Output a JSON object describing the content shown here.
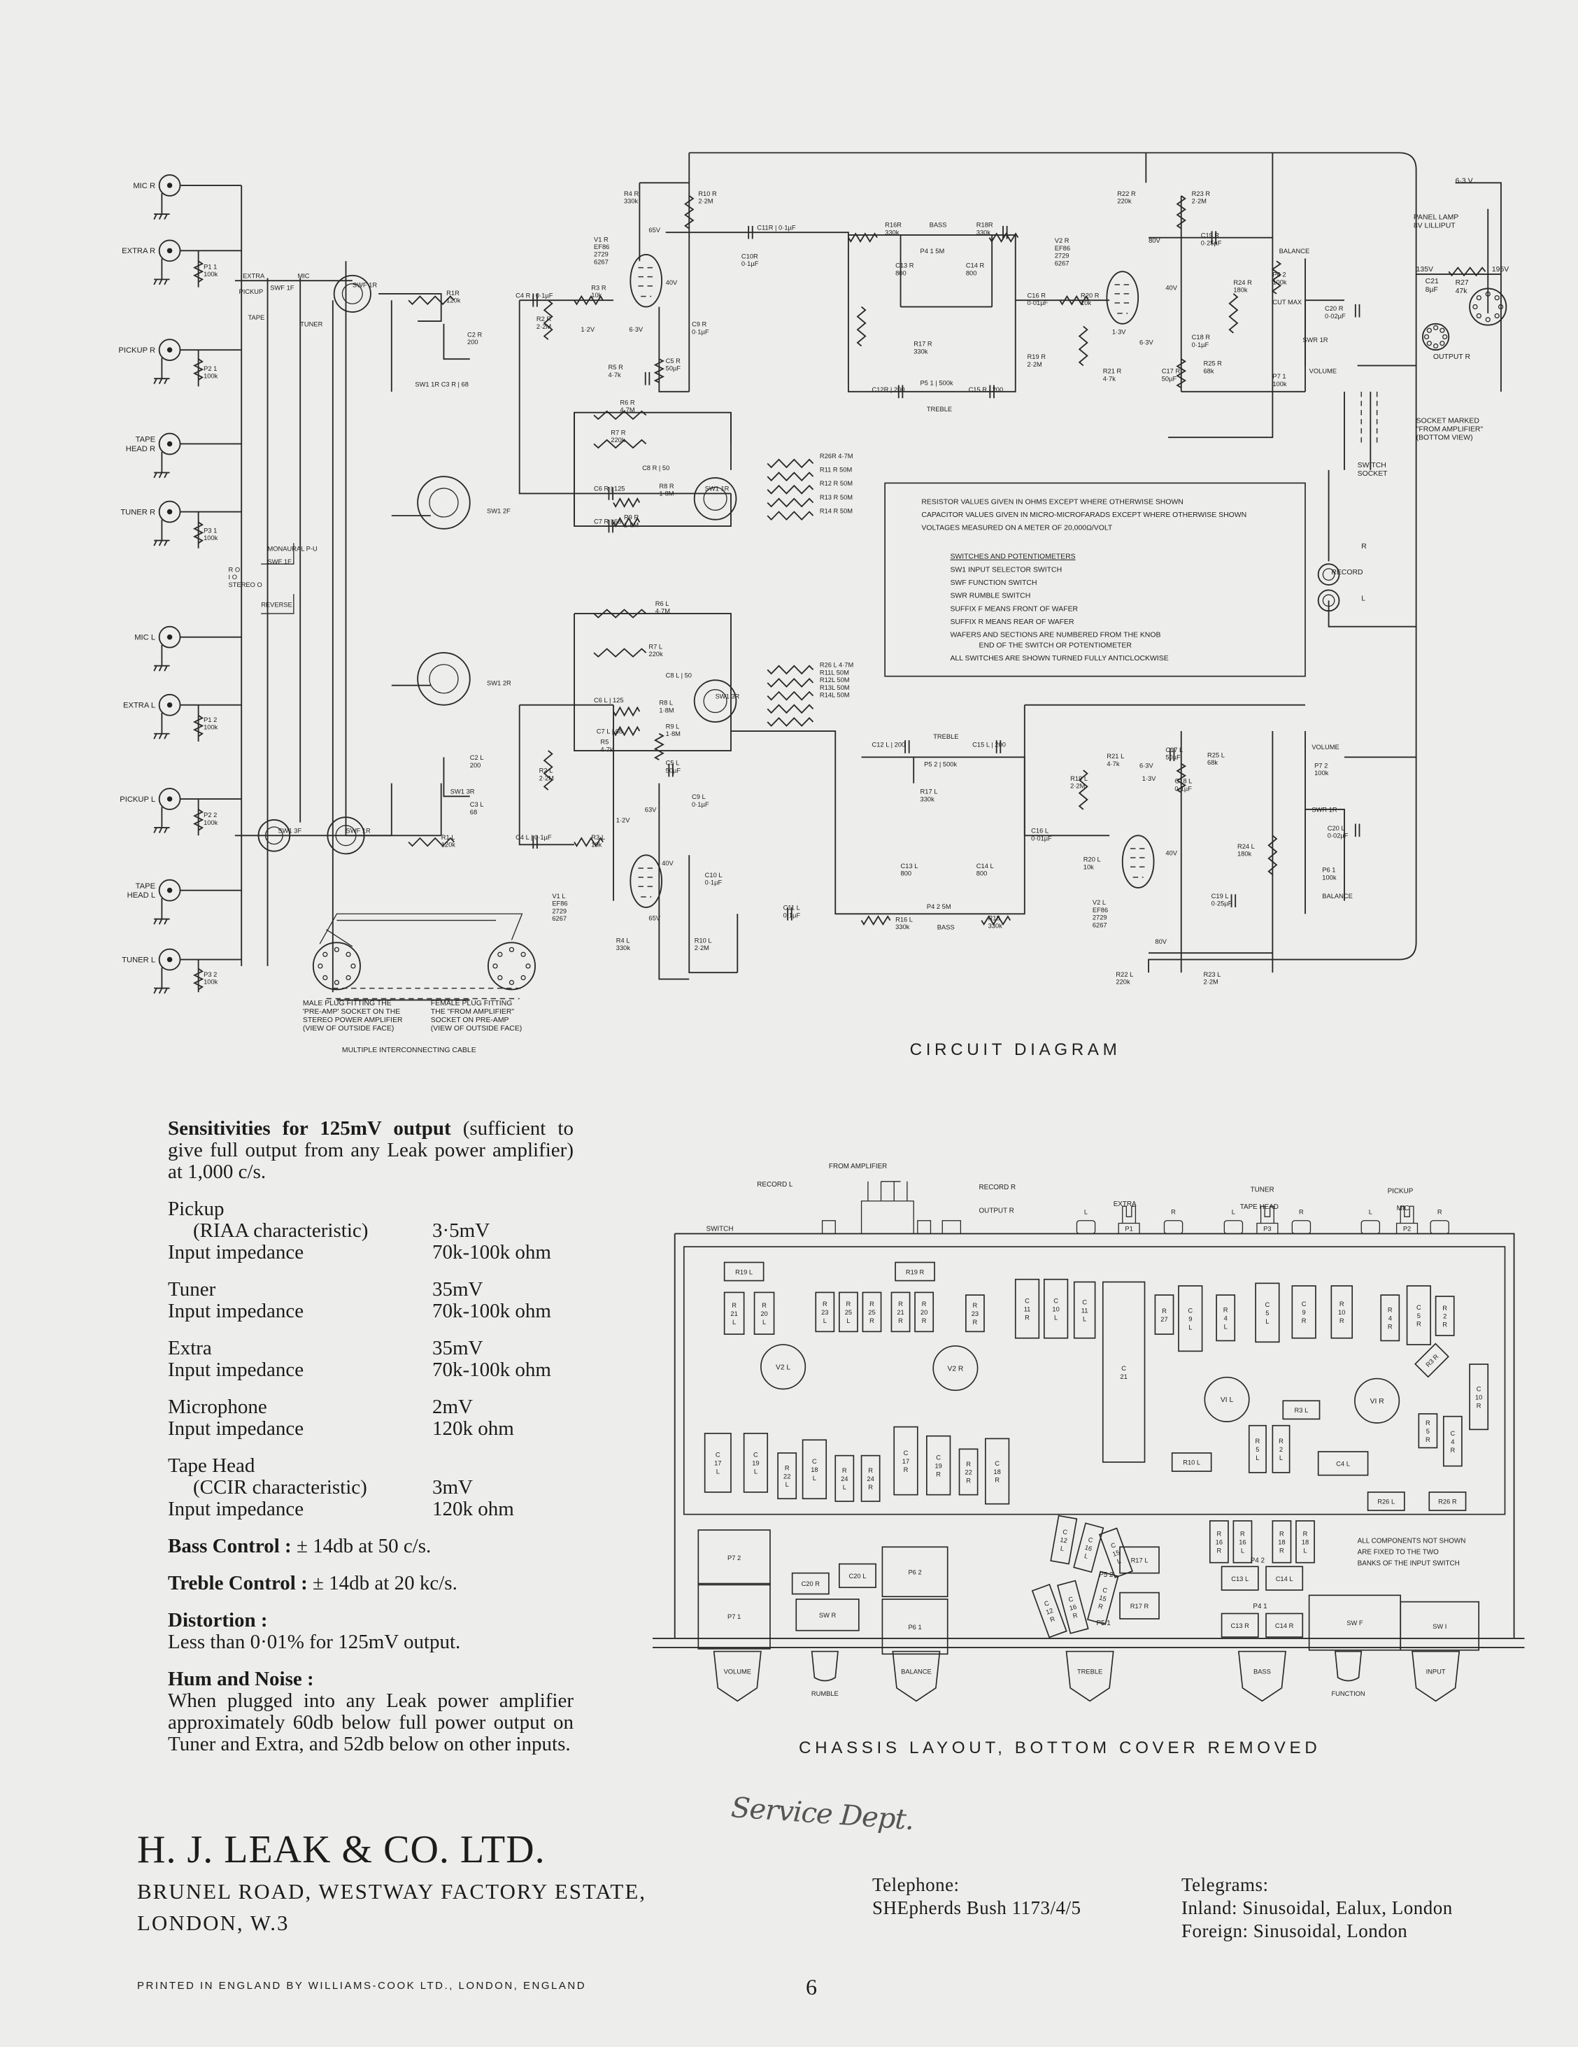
{
  "circuit": {
    "title": "CIRCUIT DIAGRAM",
    "inputs": [
      "MIC R",
      "EXTRA R",
      "PICKUP R",
      "TAPE\nHEAD R",
      "TUNER R",
      "MIC  L",
      "EXTRA L",
      "PICKUP L",
      "TAPE\nHEAD L",
      "TUNER L"
    ],
    "notes": {
      "lines": [
        "RESISTOR VALUES GIVEN IN OHMS EXCEPT WHERE OTHERWISE SHOWN",
        "CAPACITOR VALUES GIVEN IN MICRO-MICROFARADS EXCEPT WHERE OTHERWISE SHOWN",
        "VOLTAGES MEASURED ON A METER OF 20,000Ω/VOLT"
      ],
      "heading": "SWITCHES AND POTENTIOMETERS",
      "items": [
        "SW1 INPUT SELECTOR SWITCH",
        "SWF FUNCTION SWITCH",
        "SWR RUMBLE SWITCH",
        "SUFFIX F MEANS FRONT OF WAFER",
        "SUFFIX R MEANS REAR OF WAFER",
        "WAFERS AND SECTIONS ARE NUMBERED FROM THE KNOB",
        "END OF THE SWITCH OR POTENTIOMETER",
        "ALL SWITCHES ARE SHOWN TURNED FULLY ANTICLOCKWISE"
      ]
    },
    "labels": [
      "R4 R\n330k",
      "R10 R\n2·2M",
      "V1 R\nEF86\n2729\n6267",
      "65V",
      "40V",
      "C11R | 0·1µF",
      "C10R\n0·1µF",
      "R3 R\n10k",
      "R2 R\n2·2M",
      "1·2V",
      "6·3V",
      "C9 R\n0·1µF",
      "R5 R\n4·7k",
      "C5 R\n50µF",
      "R1R\n120k",
      "C4 R | 0·1µF",
      "C2 R\n200",
      "SW1 1R  C3 R | 68",
      "R6 R\n4·7M",
      "R7 R\n220k",
      "C8 R | 50",
      "R8 R\n1·8M",
      "R9 R\n1·8M",
      "C6 R | 125",
      "C7 R | 68",
      "SW1 1R",
      "R26R 4·7M\nR11 R 50M\nR12 R 50M\nR13 R 50M\nR14 R 50M",
      "R16R\n330k",
      "BASS",
      "P4 1   5M",
      "R18R\n330k",
      "C13 R\n800",
      "C14 R\n800",
      "R17 R\n330k",
      "P5 1 | 500k",
      "TREBLE",
      "C12R | 200",
      "C15 R | 200",
      "C16 R\n0·01µF",
      "R20 R\n10k",
      "R19 R\n2·2M",
      "R21 R\n4·7k",
      "V2 R\nEF86\n2729\n6267",
      "R22 R\n220k",
      "R23 R\n2·2M",
      "80V",
      "C19 R\n0·25µF",
      "40V",
      "1·3V",
      "6·3V",
      "C18 R\n0·1µF",
      "C17 R\n50µF",
      "R25 R\n68k",
      "R24 R\n180k",
      "BALANCE",
      "P6 2\n100k",
      "CUT   MAX",
      "C20 R\n0·02µF",
      "SWR 1R",
      "P7 1\n100k",
      "VOLUME",
      "6·3 V",
      "PANEL LAMP\n8V LILLIPUT",
      "135V",
      "C21\n8µF",
      "R27\n47k",
      "195V",
      "OUTPUT R",
      "SOCKET MARKED\n\"FROM AMPLIFIER\"\n(BOTTOM VIEW)",
      "SWITCH\nSOCKET",
      "R",
      "RECORD",
      "L",
      "SW1 2F",
      "SW1 2R",
      "",
      "P1 1\n100k",
      "EXTRA",
      "MIC",
      "PICKUP",
      "SWF 1F",
      "TAPE",
      "TUNER",
      "SWF 1R",
      "P2 1\n100k",
      "P3 1\n100k",
      "MONAURAL P-U",
      "SWF 1F",
      "R O\nI O\nSTEREO O",
      "REVERSE",
      "P1 2\n100k",
      "P2 2\n100k",
      "SW1 3F",
      "SWF 1R",
      "P3 2\n100k",
      "R6 L\n4·7M",
      "R7 L\n220k",
      "C8 L | 50",
      "R8 L\n1·8M",
      "R9 L\n1·8M",
      "C6 L | 125",
      "C7 L | 68",
      "SW1 3R",
      "R26 L 4·7M\nR11L 50M\nR12L 50M\nR13L 50M\nR14L 50M",
      "C2 L\n200",
      "SW1 3R",
      "C3 L\n68",
      "R1 L\n120k",
      "C4 L | 0·1µF",
      "R2 L\n2·2M",
      "R5\n4·7k",
      "C5 L\n50µF",
      "1·2V",
      "63V",
      "C9 L\n0·1µF",
      "R3 L\n10k",
      "V1 L\nEF86\n2729\n6267",
      "40V",
      "65V",
      "R4 L\n330k",
      "R10 L\n2·2M",
      "C10 L\n0·1µF",
      "C11 L\n0·1µF",
      "C12 L | 200",
      "TREBLE",
      "P5 2 | 500k",
      "C15 L | 200",
      "R17 L\n330k",
      "C13 L\n800",
      "C14 L\n800",
      "R16 L\n330k",
      "P4 2   5M",
      "BASS",
      "R18\n330k",
      "C16 L\n0·01µF",
      "R19 L\n2·2M",
      "R21 L\n4·7k",
      "C17 L\n50µF",
      "C18 L\n0·1µF",
      "R25 L\n68k",
      "1·3V",
      "6·3V",
      "R20 L\n10k",
      "40V",
      "V2 L\nEF86\n2729\n6267",
      "80V",
      "C19 L\n0·25µF",
      "R24 L\n180k",
      "R22 L\n220k",
      "R23 L\n2·2M",
      "VOLUME",
      "P7 2\n100k",
      "SWR 1R",
      "C20 L\n0·02µF",
      "P6 1\n100k",
      "BALANCE",
      "MALE PLUG FITTING THE\n'PRE-AMP' SOCKET ON THE\nSTEREO POWER AMPLIFIER\n(VIEW OF OUTSIDE FACE)",
      "FEMALE PLUG FITTING\nTHE \"FROM AMPLIFIER\"\nSOCKET ON PRE-AMP\n(VIEW OF OUTSIDE FACE)",
      "MULTIPLE INTERCONNECTING CABLE"
    ]
  },
  "chassis": {
    "title": "CHASSIS LAYOUT, BOTTOM COVER REMOVED",
    "components": [
      "R19 L",
      "R\n21\nL",
      "R\n20\nL",
      "R19 R",
      "R\n23\nL",
      "R\n25\nL",
      "R\n25\nR",
      "R\n21\nR",
      "R\n20\nR",
      "R\n23\nR",
      "C\n11\nR",
      "C\n10\nL",
      "C\n11\nL",
      "C\n21",
      "R\n27",
      "C\n9\nL",
      "R\n4\nL",
      "C\n5\nL",
      "C\n9\nR",
      "R\n10\nR",
      "R\n4\nR",
      "C\n5\nR",
      "R\n2\nR",
      "R3 R",
      "C\n10\nR",
      "R3 L",
      "R\n5\nL",
      "R\n2\nL",
      "C4 L",
      "R10 L",
      "R\n5\nR",
      "C\n4\nR",
      "R26 L",
      "R26 R",
      "C\n17\nL",
      "C\n19\nL",
      "R\n22\nL",
      "C\n18\nL",
      "R\n24\nL",
      "R\n24\nR",
      "C\n17\nR",
      "C\n19\nR",
      "R\n22\nR",
      "C\n18\nR",
      "P7   2",
      "P7   1",
      "C20 R",
      "C20 L",
      "SW R",
      "P6   2",
      "P6   1",
      "C\n12\nL",
      "C\n16\nL",
      "C\n15\nL",
      "C\n12\nR",
      "C\n16\nR",
      "C\n15\nR",
      "R17 L",
      "R17 R",
      "R\n16\nR",
      "R\n16\nL",
      "R\n18\nR",
      "R\n18\nL",
      "C13 L",
      "C14 L",
      "C13 R",
      "C14 R",
      "SW F",
      "SW I"
    ],
    "valves": [
      "V2 L",
      "V2 R",
      "VI L",
      "VI R"
    ],
    "labels": [
      "P5 2",
      "P5 1",
      "P4 2",
      "P4 1",
      "ALL COMPONENTS NOT SHOWN\nARE FIXED TO THE TWO\nBANKS OF THE INPUT SWITCH",
      "FROM AMPLIFIER",
      "RECORD  L",
      "RECORD  R",
      "OUTPUT  R",
      "SWITCH",
      "EXTRA",
      "TUNER",
      "TAPE HEAD",
      "PICKUP",
      "MIC"
    ],
    "jacks": [
      "L",
      "P1",
      "R",
      "L",
      "P3",
      "R",
      "L",
      "P2",
      "R"
    ],
    "knobs": [
      "VOLUME",
      "RUMBLE",
      "BALANCE",
      "TREBLE",
      "BASS",
      "FUNCTION",
      "INPUT"
    ]
  },
  "specs": {
    "intro_bold": "Sensitivities for 125mV output",
    "intro_rest": " (sufficient to give full output from any Leak power amplifier) at 1,000 c/s.",
    "inputs": [
      {
        "name": "Pickup",
        "char": "(RIAA characteristic)",
        "sens": "3·5mV",
        "imp_label": "Input impedance",
        "imp": "70k-100k ohm"
      },
      {
        "name": "Tuner",
        "sens": "35mV",
        "imp_label": "Input impedance",
        "imp": "70k-100k ohm"
      },
      {
        "name": "Extra",
        "sens": "35mV",
        "imp_label": "Input impedance",
        "imp": "70k-100k ohm"
      },
      {
        "name": "Microphone",
        "sens": "2mV",
        "imp_label": "Input impedance",
        "imp": "120k ohm"
      },
      {
        "name": "Tape Head",
        "char": "(CCIR characteristic)",
        "sens": "3mV",
        "imp_label": "Input impedance",
        "imp": "120k ohm"
      }
    ],
    "bass_label": "Bass Control :",
    "bass_value": " ± 14db at 50 c/s.",
    "treble_label": "Treble Control :",
    "treble_value": " ± 14db at 20 kc/s.",
    "distortion_label": "Distortion :",
    "distortion_value": "Less than 0·01% for 125mV output.",
    "hum_label": "Hum and Noise :",
    "hum_value": "When plugged into any Leak power amplifier approximately 60db below full power output on Tuner and Extra, and 52db below on other inputs."
  },
  "footer": {
    "handwritten": "Service Dept.",
    "company": "H. J. LEAK & CO. LTD.",
    "address1": "BRUNEL ROAD, WESTWAY FACTORY ESTATE,",
    "address2": "LONDON, W.3",
    "telephone_label": "Telephone:",
    "telephone": "SHEpherds Bush 1173/4/5",
    "telegrams_label": "Telegrams:",
    "telegrams_inland": "Inland: Sinusoidal, Ealux, London",
    "telegrams_foreign": "Foreign: Sinusoidal, London",
    "printed": "PRINTED IN ENGLAND BY WILLIAMS-COOK LTD., LONDON, ENGLAND",
    "page": "6"
  }
}
